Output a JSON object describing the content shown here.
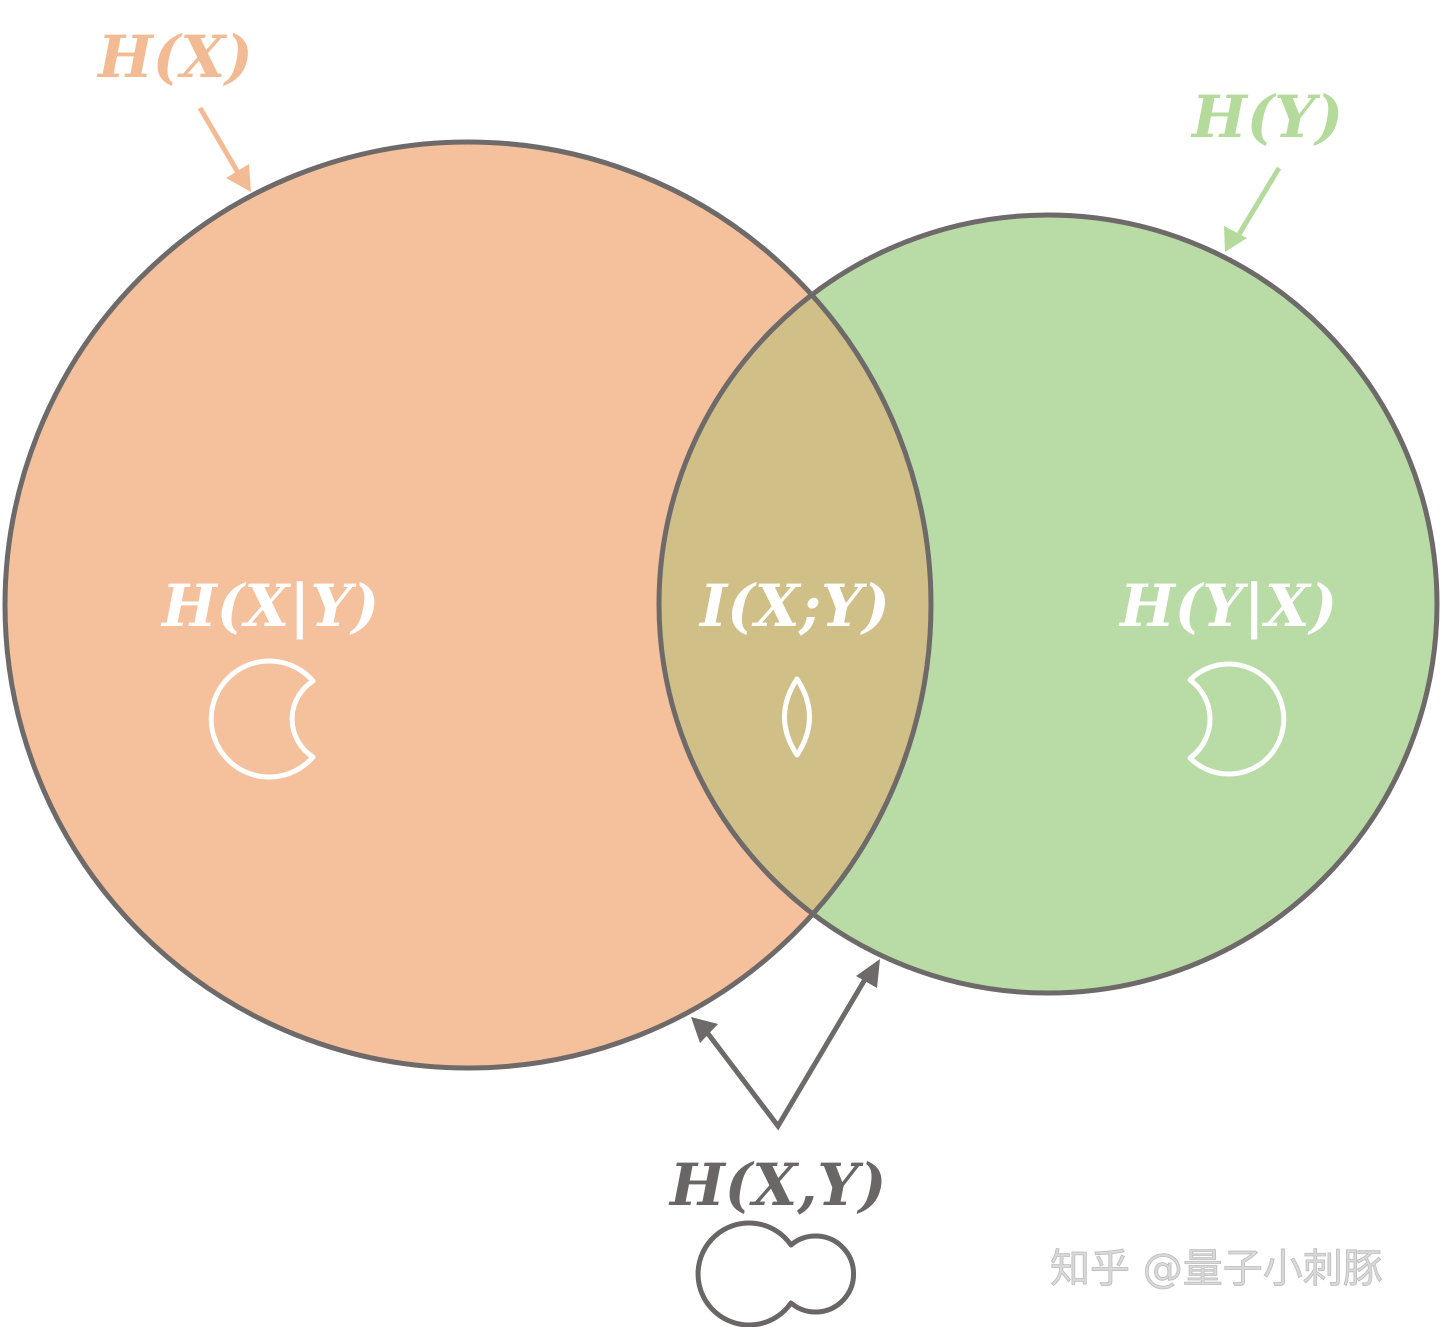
{
  "colors": {
    "hx_fill": "#f5c09c",
    "hy_fill": "#b9dba6",
    "overlap_fill": "#d1bf88",
    "outline": "#6e6a69",
    "hx_label": "#f3bb93",
    "hy_label": "#b4da9c",
    "inner_label": "#ffffff",
    "joint_label": "#6a6666",
    "watermark": "#d9d9d9"
  },
  "labels": {
    "h_x": "H(X)",
    "h_y": "H(Y)",
    "h_x_given_y": "H(X|Y)",
    "mutual_info": "I(X;Y)",
    "h_y_given_x": "H(Y|X)",
    "joint": "H(X,Y)"
  },
  "icons": {
    "h_x_given_y": "crescent-left-icon",
    "mutual_info": "lens-icon",
    "h_y_given_x": "crescent-right-icon",
    "joint": "union-circles-icon"
  },
  "watermark": "知乎 @量子小刺豚"
}
